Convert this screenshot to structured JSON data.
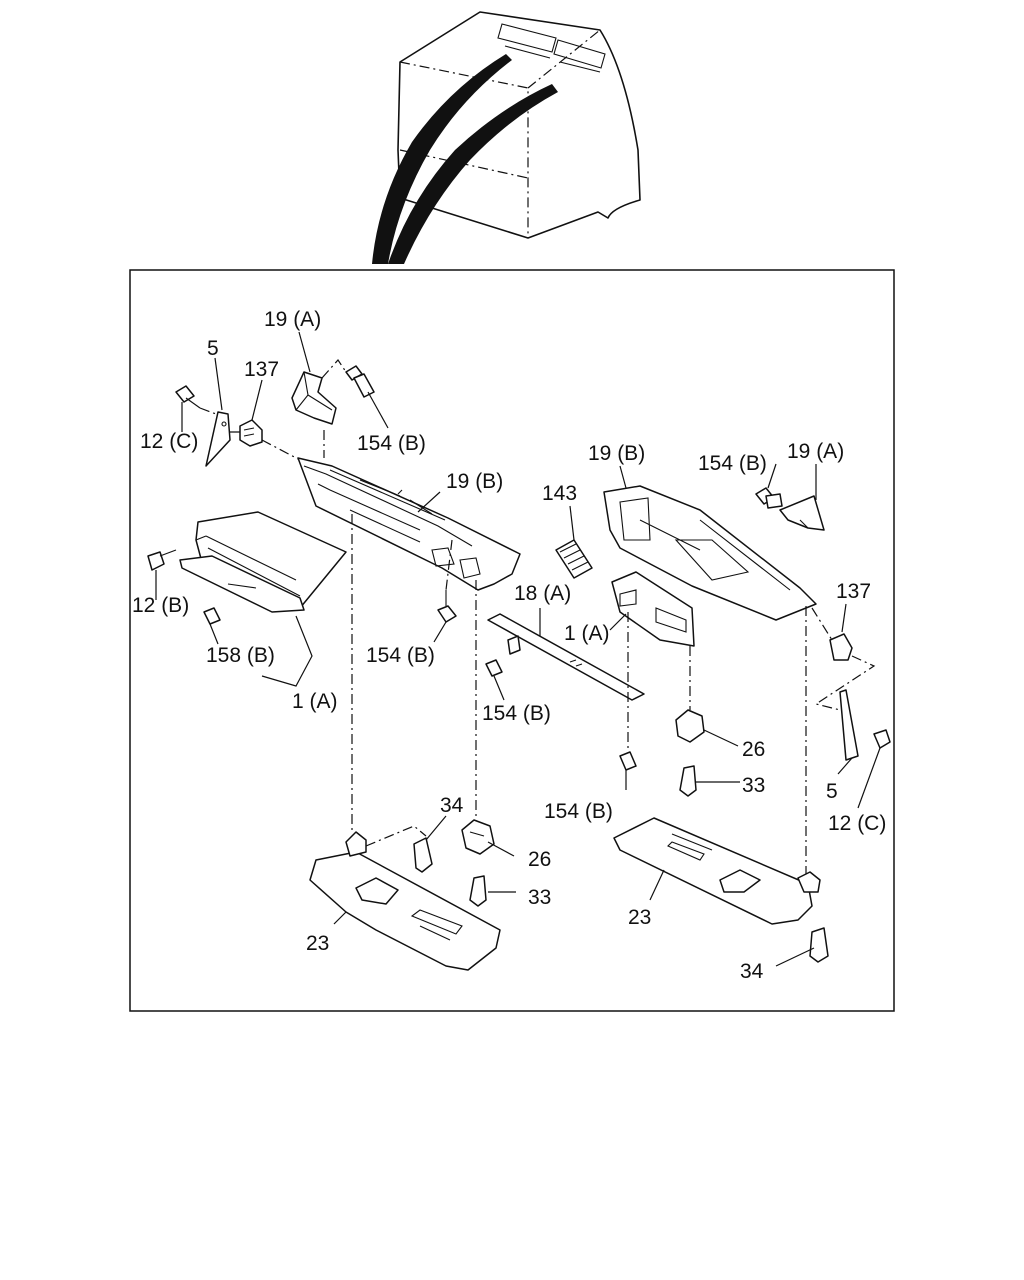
{
  "diagram": {
    "labels": {
      "l19a_left": "19 (A)",
      "l5_left": "5",
      "l137_left": "137",
      "l12c_left": "12 (C)",
      "l154b_top": "154 (B)",
      "l19b_mid": "19 (B)",
      "l12b": "12 (B)",
      "l158b": "158 (B)",
      "l1a_left": "1 (A)",
      "l154b_midleft": "154 (B)",
      "l19b_right": "19 (B)",
      "l154b_right": "154 (B)",
      "l19a_right": "19 (A)",
      "l143": "143",
      "l18a": "18 (A)",
      "l1a_right": "1 (A)",
      "l137_right": "137",
      "l154b_mid": "154 (B)",
      "l26_right": "26",
      "l33_right": "33",
      "l154b_low": "154 (B)",
      "l5_right": "5",
      "l12c_right": "12 (C)",
      "l34_left": "34",
      "l26_left": "26",
      "l33_left": "33",
      "l23_left": "23",
      "l23_right": "23",
      "l34_right": "34"
    }
  }
}
